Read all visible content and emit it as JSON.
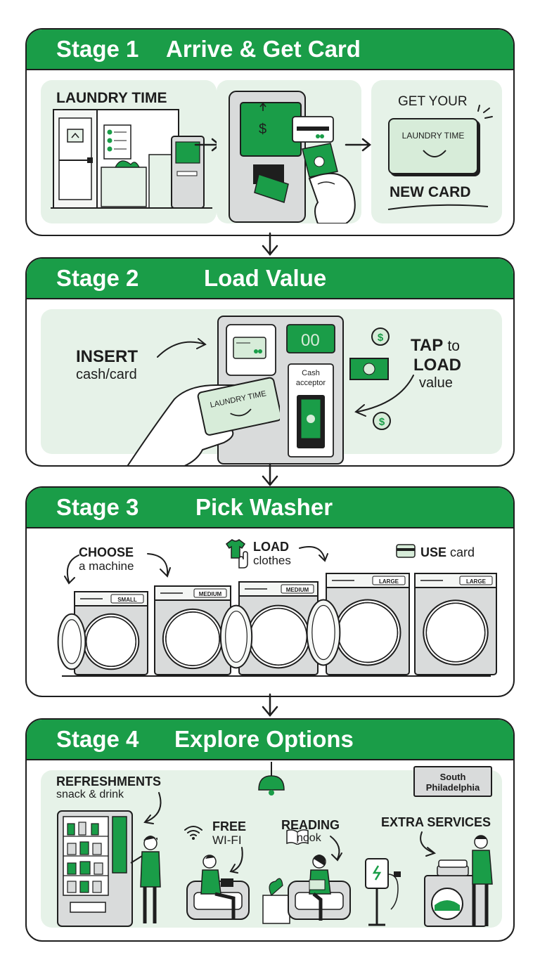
{
  "stages": [
    {
      "number": "Stage 1",
      "title": "Arrive & Get Card"
    },
    {
      "number": "Stage 2",
      "title": "Load Value"
    },
    {
      "number": "Stage 3",
      "title": "Pick Washer"
    },
    {
      "number": "Stage 4",
      "title": "Explore Options"
    }
  ],
  "stage1": {
    "store_sign": "LAUNDRY TIME",
    "get_your": "GET YOUR",
    "card_brand": "LAUNDRY TIME",
    "new_card": "NEW CARD",
    "dollar": "$"
  },
  "stage2": {
    "insert": "INSERT",
    "cash_card": "cash/card",
    "display": "00",
    "cash_acceptor": "Cash acceptor",
    "card_brand": "LAUNDRY TIME",
    "tap": "TAP",
    "to": "to",
    "load": "LOAD",
    "value": "value",
    "dollar": "$"
  },
  "stage3": {
    "choose": "CHOOSE",
    "a_machine": "a machine",
    "load": "LOAD",
    "clothes": "clothes",
    "use": "USE",
    "card": "card",
    "sizes": [
      "SMALL",
      "MEDIUM",
      "MEDIUM",
      "LARGE",
      "LARGE"
    ]
  },
  "stage4": {
    "refreshments": "REFRESHMENTS",
    "snack_drink": "snack & drink",
    "free": "FREE",
    "wifi": "WI-FI",
    "reading": "READING",
    "nook": "nook",
    "extra_services": "EXTRA SERVICES",
    "sign": "South Philadelphia"
  },
  "colors": {
    "green": "#1a9d48",
    "light_green": "#e6f2e8",
    "outline": "#1e1e1e",
    "gray": "#d9dbdb"
  }
}
